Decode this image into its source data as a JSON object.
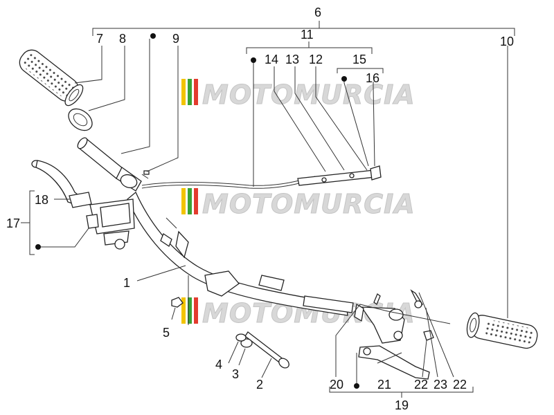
{
  "watermark": {
    "text": "MOTOMURCIA",
    "stripe_colors": [
      "#f2c400",
      "#3aa335",
      "#e33b2e"
    ]
  },
  "callouts": [
    {
      "id": "c1",
      "label": "1"
    },
    {
      "id": "c2",
      "label": "2"
    },
    {
      "id": "c3",
      "label": "3"
    },
    {
      "id": "c4",
      "label": "4"
    },
    {
      "id": "c5",
      "label": "5"
    },
    {
      "id": "c6",
      "label": "6"
    },
    {
      "id": "c7",
      "label": "7"
    },
    {
      "id": "c8",
      "label": "8"
    },
    {
      "id": "c9",
      "label": "9"
    },
    {
      "id": "c10",
      "label": "10"
    },
    {
      "id": "c11",
      "label": "11"
    },
    {
      "id": "c12",
      "label": "12"
    },
    {
      "id": "c13",
      "label": "13"
    },
    {
      "id": "c14",
      "label": "14"
    },
    {
      "id": "c15",
      "label": "15"
    },
    {
      "id": "c16",
      "label": "16"
    },
    {
      "id": "c17",
      "label": "17"
    },
    {
      "id": "c18",
      "label": "18"
    },
    {
      "id": "c19",
      "label": "19"
    },
    {
      "id": "c20",
      "label": "20"
    },
    {
      "id": "c21",
      "label": "21"
    },
    {
      "id": "c22a",
      "label": "22"
    },
    {
      "id": "c22b",
      "label": "22"
    },
    {
      "id": "c23",
      "label": "23"
    }
  ]
}
